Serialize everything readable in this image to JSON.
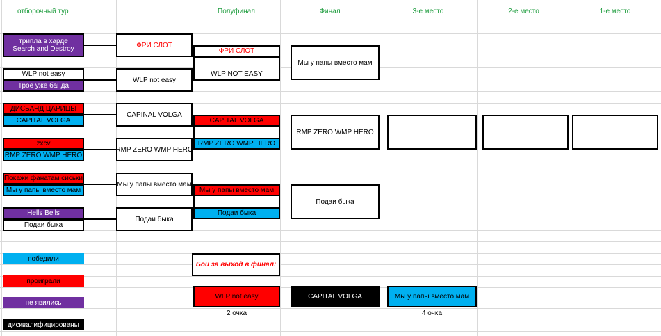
{
  "headers": {
    "qualifier": "отборочный тур",
    "semifinal": "Полуфинал",
    "final": "Финал",
    "third": "3-е место",
    "second": "2-е место",
    "first": "1-е место"
  },
  "qualifier_pairs": [
    {
      "top": "трипла в харде",
      "bottom": "Search and Destroy"
    },
    {
      "top": "WLP not easy",
      "bottom": "Трое уже банда"
    },
    {
      "top": "ДИСБАНД ЦАРИЦЫ",
      "bottom": "CAPITAL VOLGA"
    },
    {
      "top": "zxcv",
      "bottom": "RMP ZERO WMP HERO"
    },
    {
      "top": "Покажи фанатам сиськи",
      "bottom": "Мы у папы вместо мам"
    },
    {
      "top": "Hells Bells",
      "bottom": "Подаи быка"
    }
  ],
  "round1_winners": [
    "ФРИ СЛОТ",
    "WLP not easy",
    "CAPINAL VOLGA",
    "RMP ZERO WMP HERO",
    "Мы у папы вместо мам",
    "Подаи быка"
  ],
  "semifinal_pairs": [
    {
      "top": "ФРИ СЛОТ",
      "bottom": "WLP NOT EASY"
    },
    {
      "top": "CAPITAL VOLGA",
      "bottom": "RMP ZERO WMP HERO"
    },
    {
      "top": "Мы у папы вместо мам",
      "bottom": "Подаи быка"
    }
  ],
  "finalists": [
    "Мы у папы вместо мам",
    "RMP ZERO WMP HERO",
    "Подаи быка"
  ],
  "legend": {
    "won": "победили",
    "lost": "проиграли",
    "no_show": "не явились",
    "disqualified": "дисквалифицированы"
  },
  "playoff": {
    "title": "Бои за выход в финал:",
    "team1": "WLP not easy",
    "score1": "2 очка",
    "team2": "CAPITAL VOLGA",
    "team3": "Мы у папы вместо мам",
    "score3": "4 очка"
  },
  "colors": {
    "won": "#00b0f0",
    "lost": "#ff0000",
    "no_show": "#7030a0",
    "disqualified": "#000000",
    "header_text": "#1f9d3f"
  }
}
